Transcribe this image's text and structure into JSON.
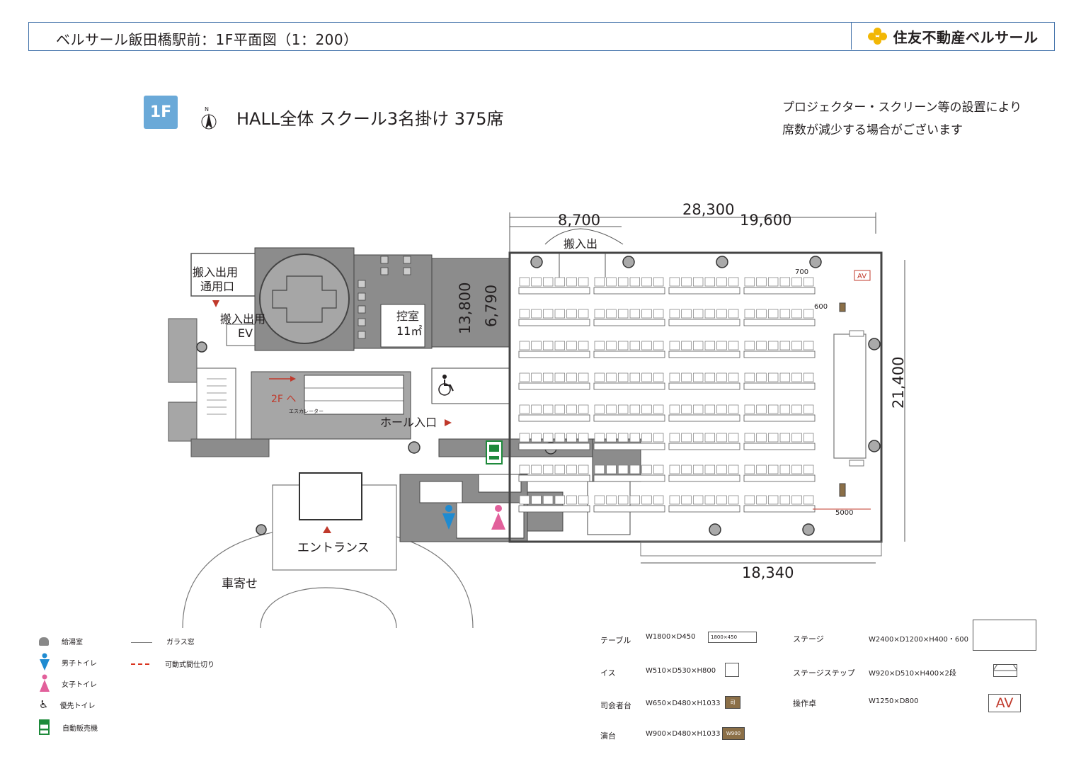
{
  "header": {
    "title": "ベルサール飯田橋駅前：1F平面図（1：200）",
    "brand": "住友不動産ベルサール",
    "brand_color": "#f2b705",
    "frame_color": "#3f6fa8"
  },
  "floor_badge": "1F",
  "layout_title": "HALL全体 スクール3名掛け 375席",
  "note_lines": [
    "プロジェクター・スクリーン等の設置により",
    "席数が減少する場合がございます"
  ],
  "compass": "N",
  "dimensions": {
    "total_width": "28,300",
    "width_left": "8,700",
    "width_right": "19,600",
    "height": "21,400",
    "bottom_width": "18,340",
    "inner_height_a": "13,800",
    "inner_height_b": "6,790",
    "table_gap": "700",
    "row_gap": "600",
    "front_gap": "5000"
  },
  "rooms": {
    "loading_passage": [
      "搬入出用",
      "通用口"
    ],
    "loading_ev": [
      "搬入出用",
      "EV"
    ],
    "loading_door": "搬入出",
    "waiting_room": "控室",
    "waiting_area": "11㎡",
    "to_2f": "2F へ",
    "escalator": "エスカレーター",
    "hall_entrance": "ホール入口",
    "entrance": "エントランス",
    "car_porch": "車寄せ",
    "av": "AV"
  },
  "legend": [
    {
      "icon": "kettle-icon",
      "label": "給湯室"
    },
    {
      "icon": "male-toilet-icon",
      "label": "男子トイレ",
      "color": "#1f8bd1"
    },
    {
      "icon": "female-toilet-icon",
      "label": "女子トイレ",
      "color": "#e2609b"
    },
    {
      "icon": "wheelchair-icon",
      "label": "優先トイレ"
    },
    {
      "icon": "vending-machine-icon",
      "label": "自動販売機",
      "color": "#1e8a3b"
    }
  ],
  "legend2": [
    {
      "icon": "glass-window-icon",
      "label": "ガラス窓"
    },
    {
      "icon": "partition-icon",
      "label": "可動式間仕切り",
      "color": "#d9341f"
    }
  ],
  "specs": [
    {
      "name": "テーブル",
      "size": "W1800×D450",
      "sample": "1800×450"
    },
    {
      "name": "イス",
      "size": "W510×D530×H800",
      "sample": ""
    },
    {
      "name": "司会者台",
      "size": "W650×D480×H1033",
      "sample": "司"
    },
    {
      "name": "演台",
      "size": "W900×D480×H1033",
      "sample": "W900"
    },
    {
      "name": "ステージ",
      "size": "W2400×D1200×H400・600",
      "sample": ""
    },
    {
      "name": "ステージステップ",
      "size": "W920×D510×H400×2段",
      "sample": ""
    },
    {
      "name": "操作卓",
      "size": "W1250×D800",
      "sample": "AV"
    }
  ],
  "colors": {
    "wall_gray": "#8c8c8c",
    "core_gray": "#a6a6a6",
    "av_red": "#c0392b",
    "badge_blue": "#6aa9d8"
  }
}
